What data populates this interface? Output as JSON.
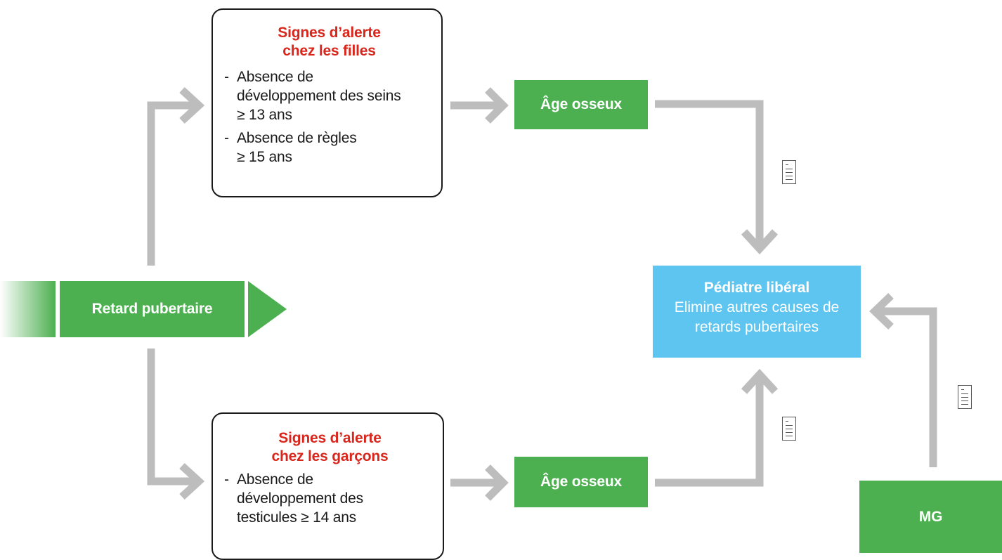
{
  "start_node": {
    "label": "Retard pubertaire"
  },
  "girls_box": {
    "title_line1": "Signes d’alerte",
    "title_line2": "chez les filles",
    "items": [
      {
        "line1": "Absence de",
        "line2": "développement des seins",
        "line3": "≥ 13 ans"
      },
      {
        "line1": "Absence de règles",
        "line2": "≥ 15 ans"
      }
    ]
  },
  "boys_box": {
    "title_line1": "Signes d’alerte",
    "title_line2": "chez les garçons",
    "items": [
      {
        "line1": "Absence de",
        "line2": "développement des",
        "line3": "testicules ≥ 14 ans"
      }
    ]
  },
  "bone_age_top": {
    "label": "Âge osseux"
  },
  "bone_age_bottom": {
    "label": "Âge osseux"
  },
  "pediatrician": {
    "title": "Pédiatre libéral",
    "desc_line1": "Elimine autres causes de",
    "desc_line2": "retards pubertaires"
  },
  "gp": {
    "label": "MG"
  },
  "colors": {
    "green": "#4caf50",
    "blue": "#5ec5f0",
    "arrow_gray": "#bdbdbd",
    "alert_red": "#d9261c"
  }
}
